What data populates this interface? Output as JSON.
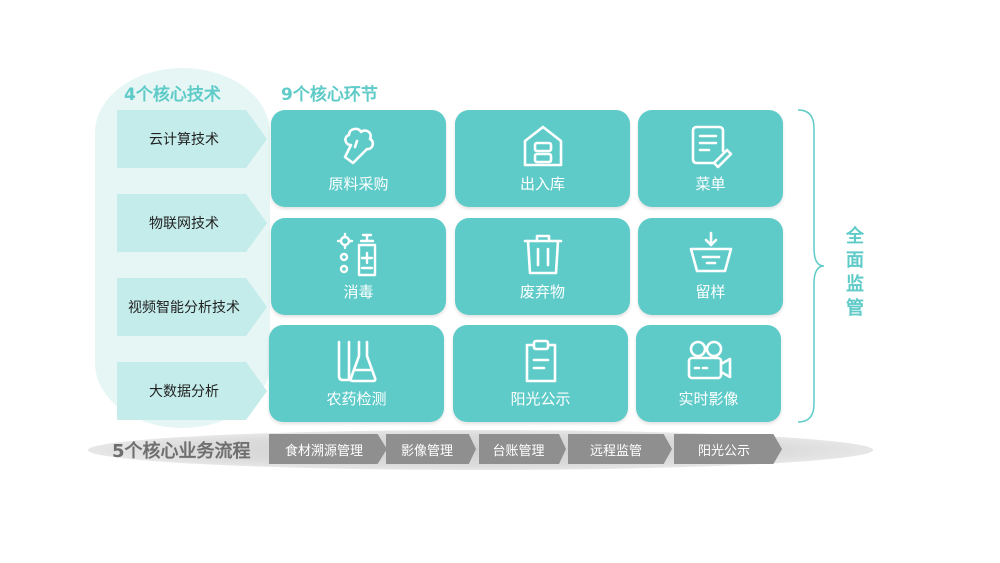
{
  "headings": {
    "tech": "4个核心技术",
    "stages": "9个核心环节",
    "supervision_chars": [
      "全",
      "面",
      "监",
      "管"
    ],
    "flow": "5个核心业务流程"
  },
  "technologies": [
    "云计算技术",
    "物联网技术",
    "视频智能分析技术",
    "大数据分析"
  ],
  "stages": [
    {
      "label": "原料采购",
      "icon": "broccoli-icon"
    },
    {
      "label": "出入库",
      "icon": "warehouse-icon"
    },
    {
      "label": "菜单",
      "icon": "menu-icon"
    },
    {
      "label": "消毒",
      "icon": "disinfect-icon"
    },
    {
      "label": "废弃物",
      "icon": "trash-icon"
    },
    {
      "label": "留样",
      "icon": "sample-basket-icon"
    },
    {
      "label": "农药检测",
      "icon": "flask-icon"
    },
    {
      "label": "阳光公示",
      "icon": "clipboard-icon"
    },
    {
      "label": "实时影像",
      "icon": "video-camera-icon"
    }
  ],
  "flow_steps": [
    "食材溯源管理",
    "影像管理",
    "台账管理",
    "远程监管",
    "阳光公示"
  ],
  "colors": {
    "accent": "#5fcbc8",
    "tile": "#5ecbc9",
    "tech_arrow": "#c3ecea",
    "capsule": "#e6f6f5",
    "flow_step": "#8f8f8f"
  }
}
